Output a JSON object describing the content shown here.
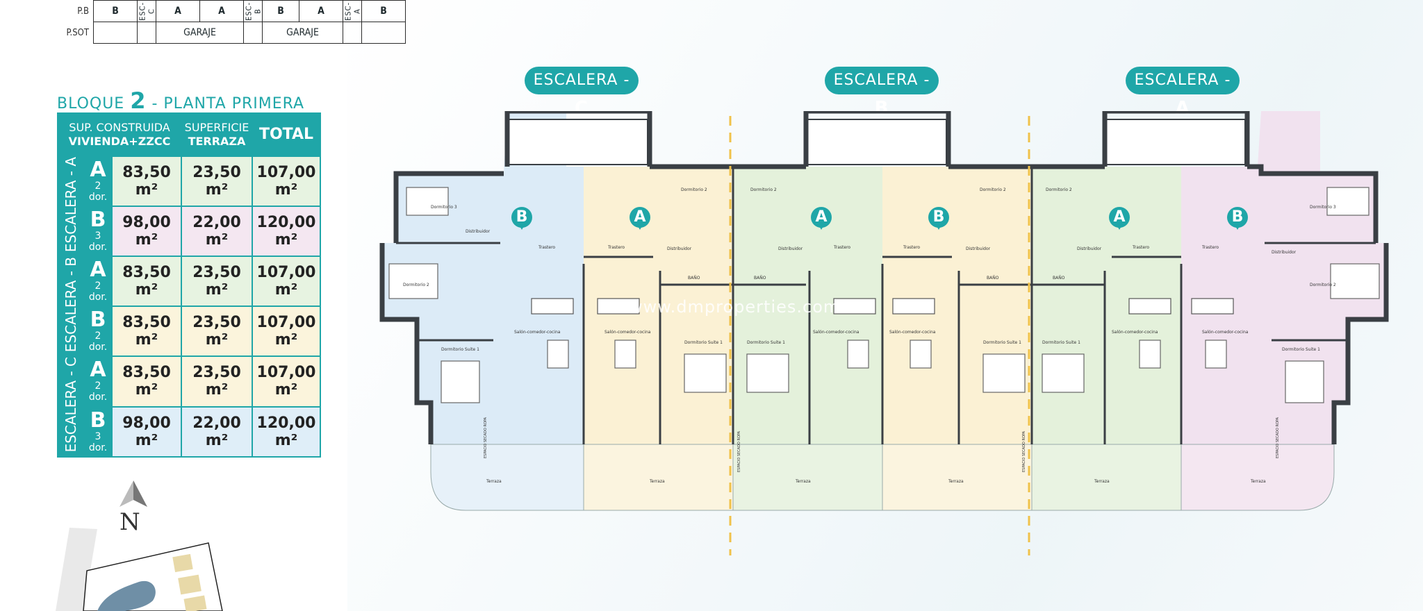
{
  "top_grid": {
    "rows": [
      {
        "label": "P.B",
        "cells": [
          "B",
          "ESC-C",
          "A",
          "A",
          "ESC-B",
          "B",
          "A",
          "ESC-A",
          "B"
        ]
      },
      {
        "label": "P.SOT",
        "cells": [
          "",
          "",
          "GARAJE",
          "",
          "GARAJE",
          "",
          ""
        ]
      }
    ]
  },
  "table": {
    "title_prefix": "BLOQUE",
    "title_number": "2",
    "title_suffix": "- PLANTA PRIMERA",
    "headers": {
      "col1_line1": "SUP. CONSTRUIDA",
      "col1_line2": "VIVIENDA+ZZCC",
      "col2_line1": "SUPERFICIE",
      "col2_line2": "TERRAZA",
      "col3": "TOTAL"
    },
    "groups": [
      {
        "escalera": "ESCALERA - A",
        "rows": [
          {
            "letter": "A",
            "dor": "2 dor.",
            "vivienda": "83,50 m²",
            "terraza": "23,50 m²",
            "total": "107,00 m²",
            "color": "#e7f3e1"
          },
          {
            "letter": "B",
            "dor": "3 dor.",
            "vivienda": "98,00 m²",
            "terraza": "22,00 m²",
            "total": "120,00 m²",
            "color": "#f4e7f1"
          }
        ]
      },
      {
        "escalera": "ESCALERA - B",
        "rows": [
          {
            "letter": "A",
            "dor": "2 dor.",
            "vivienda": "83,50 m²",
            "terraza": "23,50 m²",
            "total": "107,00 m²",
            "color": "#e7f3e1"
          },
          {
            "letter": "B",
            "dor": "2 dor.",
            "vivienda": "83,50 m²",
            "terraza": "23,50 m²",
            "total": "107,00 m²",
            "color": "#fbf4dc"
          }
        ]
      },
      {
        "escalera": "ESCALERA - C",
        "rows": [
          {
            "letter": "A",
            "dor": "2 dor.",
            "vivienda": "83,50 m²",
            "terraza": "23,50 m²",
            "total": "107,00 m²",
            "color": "#fbf4dc"
          },
          {
            "letter": "B",
            "dor": "3 dor.",
            "vivienda": "98,00 m²",
            "terraza": "22,00 m²",
            "total": "120,00 m²",
            "color": "#dfeef8"
          }
        ]
      }
    ]
  },
  "north_label": "N",
  "plan": {
    "escaleras": [
      {
        "prefix": "ESCALERA -",
        "letter": "C"
      },
      {
        "prefix": "ESCALERA -",
        "letter": "B"
      },
      {
        "prefix": "ESCALERA -",
        "letter": "A"
      }
    ],
    "unit_markers": [
      "B",
      "A",
      "A",
      "B",
      "A",
      "B"
    ],
    "watermark": "www.dmproperties.com",
    "room_labels": {
      "dormitorio_2": "Dormitorio 2",
      "dormitorio_3": "Dormitorio 3",
      "dormitorio_suite": "Dormitorio Suite 1",
      "salon": "Salón-comedor-cocina",
      "terraza": "Terraza",
      "bano": "BAÑO",
      "distribuidor": "Distribuidor",
      "trastero": "Trastero",
      "espacio": "ESPACIO SECADO ROPA"
    }
  },
  "colors": {
    "accent": "#1fa6a8",
    "green_unit": "#e7f3e1",
    "pink_unit": "#f4e7f1",
    "yellow_unit": "#fbf4dc",
    "blue_unit": "#dfeef8",
    "divider": "#f0c24a",
    "wall": "#3a3f44"
  }
}
